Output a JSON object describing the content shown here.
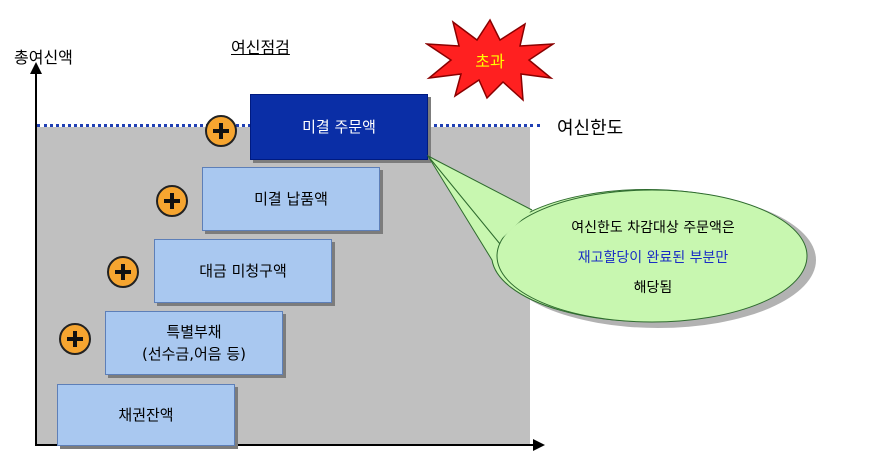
{
  "diagram": {
    "title": "여신점검",
    "y_axis_label": "총여신액",
    "limit_label": "여신한도",
    "exceed_label": "초과",
    "boxes": {
      "bond_balance": "채권잔액",
      "special_debt_line1": "특별부채",
      "special_debt_line2": "(선수금,어음 등)",
      "unbilled": "대금 미청구액",
      "undelivered": "미결 납품액",
      "unsettled_order": "미결 주문액"
    },
    "note": {
      "line1": "여신한도 차감대상 주문액은",
      "line2": "재고할당이 완료된 부분만",
      "line3": "해당됨"
    }
  },
  "colors": {
    "area": "#c0c0c0",
    "box_fill": "#a9c8f0",
    "highlight_box": "#0a2ea6",
    "limit_line": "#1f3fb4",
    "plus_icon": "#f6a530",
    "burst": "#ff2020",
    "callout": "#c8f7b0",
    "note_emphasis": "#1a2ec4"
  },
  "icons": [
    "plus-icon",
    "explosion-icon",
    "speech-bubble"
  ]
}
